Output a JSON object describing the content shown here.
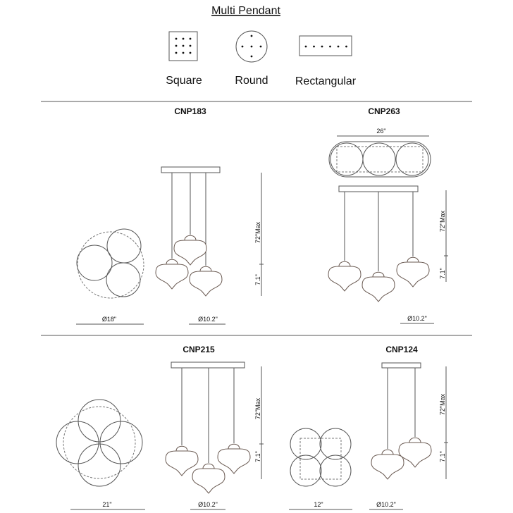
{
  "title": "Multi Pendant",
  "canopy_shapes": [
    {
      "label": "Square",
      "icon": "square-canopy-icon"
    },
    {
      "label": "Round",
      "icon": "round-canopy-icon"
    },
    {
      "label": "Rectangular",
      "icon": "rectangular-canopy-icon"
    }
  ],
  "models": [
    {
      "name": "CNP183",
      "top_dim": "Ø18\"",
      "shade_dim": "Ø10.2\"",
      "drop": "72\"Max",
      "height": "7.1\""
    },
    {
      "name": "CNP263",
      "top_dim": "26\"",
      "shade_dim": "Ø10.2\"",
      "drop": "72\"Max",
      "height": "7.1\""
    },
    {
      "name": "CNP215",
      "top_dim": "21\"",
      "shade_dim": "Ø10.2\"",
      "drop": "72\"Max",
      "height": "7.1\""
    },
    {
      "name": "CNP124",
      "top_dim": "12\"",
      "shade_dim": "Ø10.2\"",
      "drop": "72\"Max",
      "height": "7.1\""
    }
  ]
}
